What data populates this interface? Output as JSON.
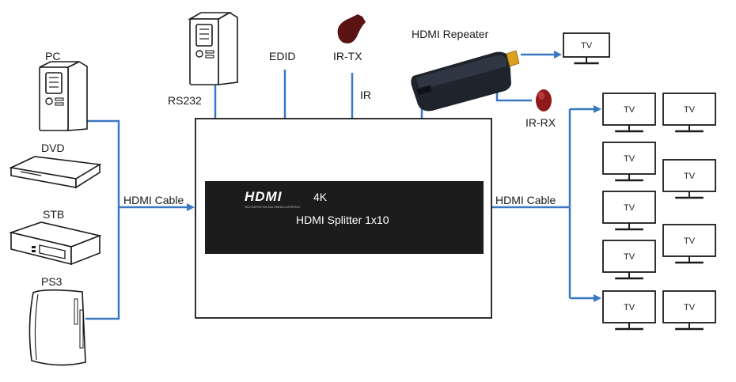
{
  "labels": {
    "pc": "PC",
    "dvd": "DVD",
    "stb": "STB",
    "ps3": "PS3",
    "rs232": "RS232",
    "edid": "EDID",
    "ir_tx": "IR-TX",
    "ir": "IR",
    "hdmi_repeater": "HDMI Repeater",
    "ir_rx": "IR-RX",
    "hdmi_cable_in": "HDMI Cable",
    "hdmi_cable_out": "HDMI Cable"
  },
  "panel": {
    "logo": "HDMI",
    "logo_tagline": "HIGH-DEFINITION MULTIMEDIA INTERFACE",
    "resolution": "4K",
    "product": "HDMI Splitter 1x10"
  },
  "tv_label": "TV",
  "colors": {
    "wire": "#3a78c2",
    "panel": "#1c1c1c",
    "ir_tx": "#5a1414",
    "ir_rx": "#8e1a1a"
  }
}
